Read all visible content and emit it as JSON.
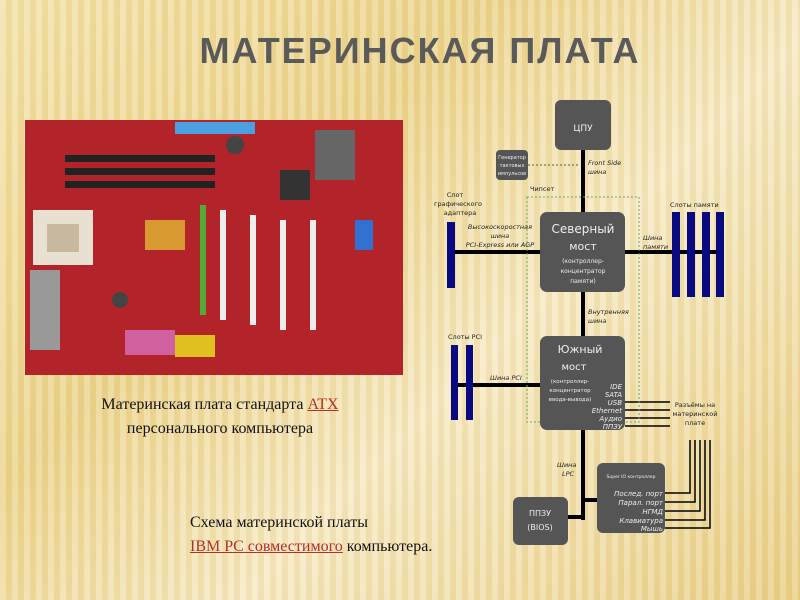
{
  "slide": {
    "title": "МАТЕРИНСКАЯ ПЛАТА"
  },
  "caption1": {
    "prefix": "Материнская плата стандарта ",
    "link": "ATX",
    "line2": "персонального компьютера"
  },
  "caption2": {
    "line1": "Схема материнской платы",
    "link": "IBM PC совместимого",
    "suffix": " компьютера."
  },
  "diagram": {
    "cpu": "ЦПУ",
    "clock": [
      "Генератор",
      "тактовых",
      "импульсов"
    ],
    "fsb": [
      "Front Side",
      "шина"
    ],
    "chipset": "Чипсет",
    "graphics_slot": [
      "Слот",
      "графического",
      "адаптера"
    ],
    "agp_bus": [
      "Высокоскоростная",
      "шина",
      "PCI-Express или AGP"
    ],
    "north": [
      "Северный",
      "мост",
      "(контроллер-",
      "концентратор",
      "памяти)"
    ],
    "memory_bus": [
      "Шина",
      "памяти"
    ],
    "memory_slots": "Слоты памяти",
    "internal_bus": [
      "Внутренняя",
      "шина"
    ],
    "pci_slots": "Слоты PCI",
    "pci_bus": "Шина PCI",
    "south": [
      "Южный",
      "мост",
      "(контроллер-",
      "концентратор",
      "ввода-вывода)"
    ],
    "south_ports": [
      "IDE",
      "SATA",
      "USB",
      "Ethernet",
      "Аудио",
      "ППЗУ"
    ],
    "onboard": [
      "Разъёмы на",
      "материнской",
      "плате"
    ],
    "lpc_bus": [
      "Шина",
      "LPC"
    ],
    "superio": "Super IO контроллер",
    "superio_ports": [
      "Послед. порт",
      "Парал. порт",
      "НГМД",
      "Клавиатура",
      "Мышь"
    ],
    "bios": [
      "ППЗУ",
      "(BIOS)"
    ]
  },
  "colors": {
    "box": "#555555",
    "slot": "#0a0a80",
    "title": "#5a5a5a",
    "link": "#b0302a"
  }
}
